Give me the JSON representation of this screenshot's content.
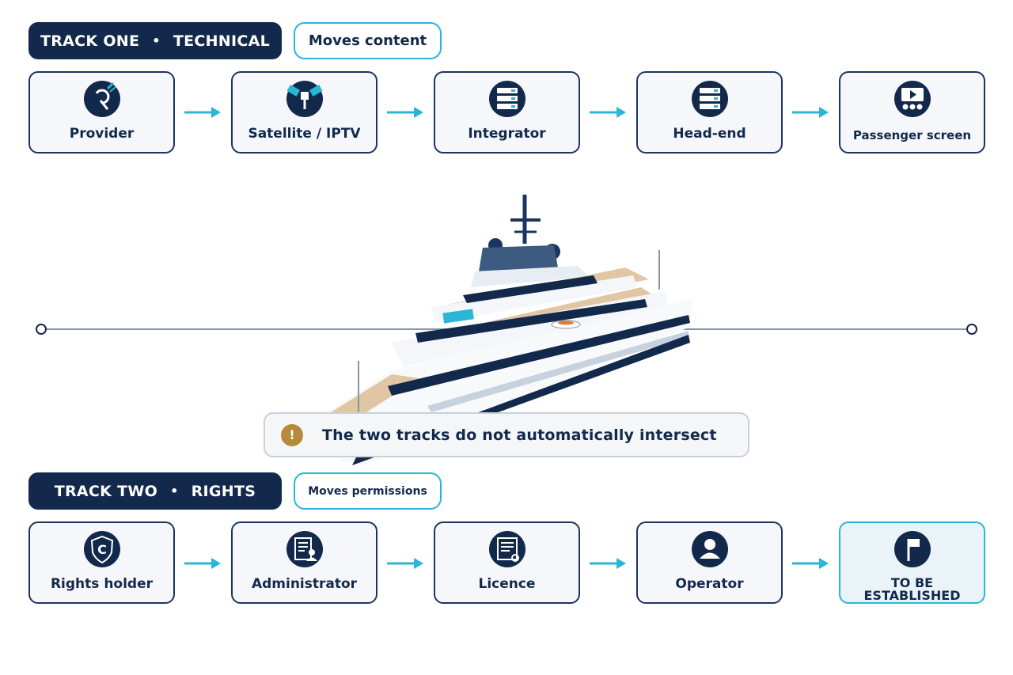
{
  "track_one": {
    "title": "TRACK ONE",
    "separator": "•",
    "category": "TECHNICAL",
    "subtitle": "Moves content",
    "nodes": [
      {
        "label": "Provider",
        "icon": "provider-icon"
      },
      {
        "label": "Satellite / IPTV",
        "icon": "satellite-icon"
      },
      {
        "label": "Integrator",
        "icon": "server-icon"
      },
      {
        "label": "Head-end",
        "icon": "server-icon"
      },
      {
        "label": "Passenger screen",
        "icon": "screen-icon"
      }
    ]
  },
  "track_two": {
    "title": "TRACK TWO",
    "separator": "•",
    "category": "RIGHTS",
    "subtitle": "Moves permissions",
    "nodes": [
      {
        "label": "Rights holder",
        "icon": "copyright-shield-icon",
        "icon_text": "C"
      },
      {
        "label": "Administrator",
        "icon": "document-person-icon"
      },
      {
        "label": "Licence",
        "icon": "certificate-icon"
      },
      {
        "label": "Operator",
        "icon": "person-icon"
      },
      {
        "label": "TO BE ESTABLISHED",
        "icon": "flag-icon",
        "status": "pending"
      }
    ]
  },
  "notice": {
    "icon": "warning-icon",
    "icon_text": "!",
    "text": "The two tracks do not automatically intersect"
  },
  "illustration": {
    "subject": "superyacht"
  },
  "colors": {
    "navy": "#13294b",
    "accent": "#2bb6d6",
    "warning": "#b58a3c",
    "card_background": "#f5f7fa",
    "deck": "#e0c6a3"
  }
}
